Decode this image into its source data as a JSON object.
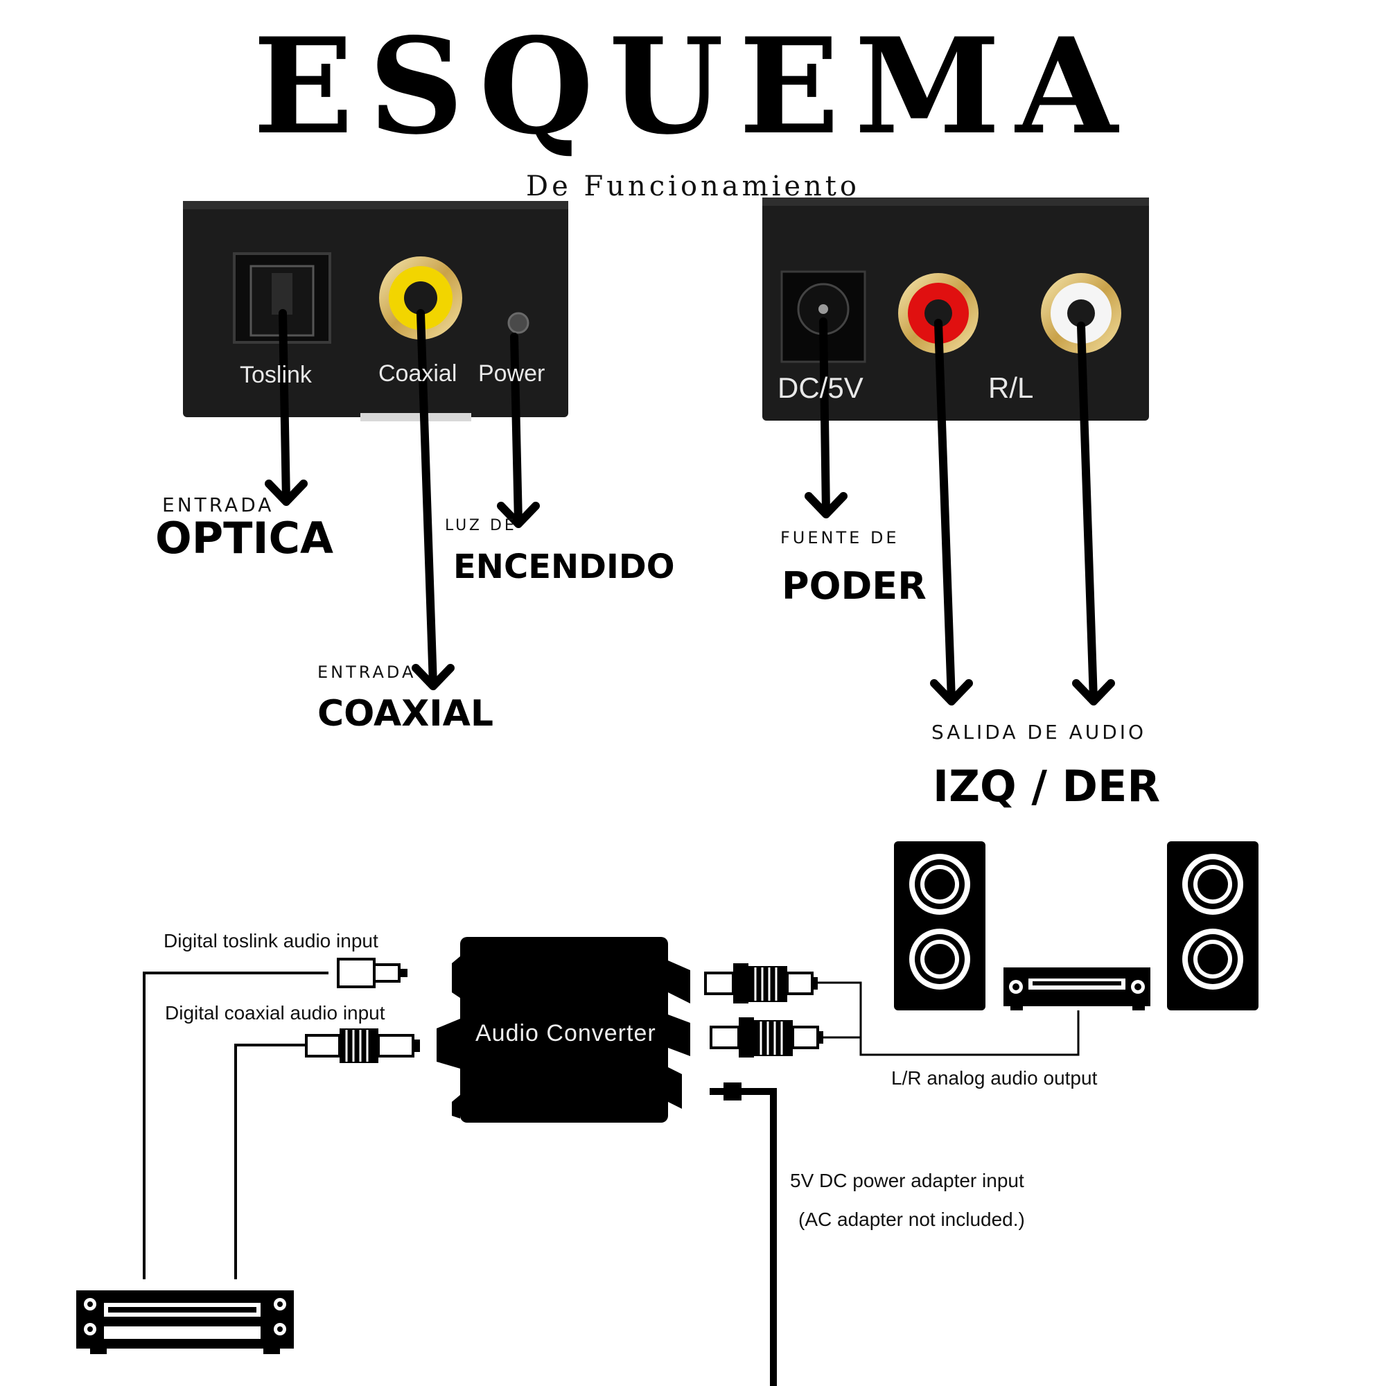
{
  "header": {
    "title": "ESQUEMA",
    "subtitle": "De Funcionamiento"
  },
  "left_panel": {
    "ports": [
      "Toslink",
      "Coaxial",
      "Power"
    ]
  },
  "right_panel": {
    "ports": [
      "DC/5V",
      "R/L"
    ]
  },
  "callouts": {
    "optica": {
      "small": "ENTRADA",
      "big": "OPTICA"
    },
    "encendido": {
      "small": "LUZ DE",
      "big": "ENCENDIDO"
    },
    "coaxial": {
      "small": "ENTRADA",
      "big": "COAXIAL"
    },
    "poder": {
      "small": "FUENTE DE",
      "big": "PODER"
    },
    "audio": {
      "small": "SALIDA DE AUDIO",
      "big": "IZQ / DER"
    }
  },
  "wiring": {
    "toslink_input": "Digital toslink audio input",
    "coaxial_input": "Digital coaxial audio input",
    "converter": "Audio Converter",
    "analog_output": "L/R analog audio output",
    "power_line1": "5V DC power adapter input",
    "power_line2": "(AC adapter not included.)"
  },
  "colors": {
    "panel": "#1c1c1c",
    "coax_jack": "#f2d500",
    "right_jack": "#e01010",
    "left_jack": "#f5f5f5",
    "ink": "#000000"
  }
}
